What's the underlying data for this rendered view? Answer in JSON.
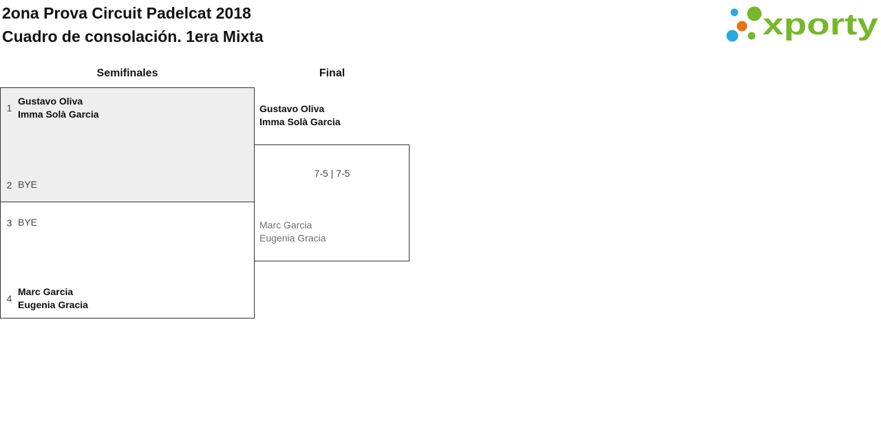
{
  "page": {
    "title_line1": "2ona Prova Circuit Padelcat 2018",
    "title_line2": "Cuadro de consolación. 1era Mixta"
  },
  "logo": {
    "wordmark": "xporty",
    "colors": {
      "green": "#76b82a",
      "blue": "#29a9e0",
      "orange": "#e8740c"
    }
  },
  "bracket": {
    "round_labels": {
      "semifinals": "Semifinales",
      "final": "Final"
    },
    "semifinals": {
      "match1": {
        "top": {
          "seed": "1",
          "line1": "Gustavo Oliva",
          "line2": "Imma Solà Garcia"
        },
        "bottom": {
          "seed": "2",
          "line1": "BYE"
        }
      },
      "match2": {
        "top": {
          "seed": "3",
          "line1": "BYE"
        },
        "bottom": {
          "seed": "4",
          "line1": "Marc Garcia",
          "line2": "Eugenia Gracia"
        }
      }
    },
    "final": {
      "winner": {
        "line1": "Gustavo Oliva",
        "line2": "Imma Solà Garcia"
      },
      "score": "7-5 | 7-5",
      "loser": {
        "line1": "Marc Garcia",
        "line2": "Eugenia Gracia"
      }
    }
  },
  "colors": {
    "box_fill": "#eeeeee",
    "box_border": "#333333",
    "muted_text": "#444444",
    "loser_text": "#6e6e6e",
    "title_text": "#121212"
  }
}
